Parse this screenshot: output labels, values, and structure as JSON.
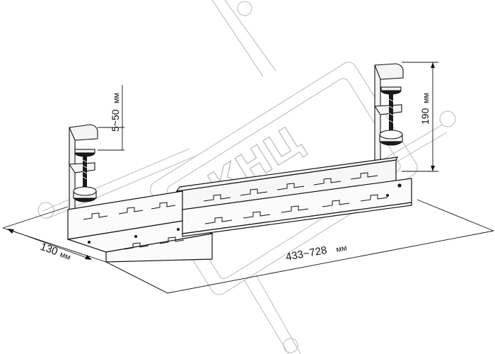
{
  "dimensions": {
    "width_range": "433~728",
    "width_unit": "мм",
    "depth": "130",
    "depth_unit": "мм",
    "clamp_range": "5~50",
    "clamp_unit": "мм",
    "height": "190",
    "height_unit": "мм"
  },
  "watermark": {
    "text": "КНЦ"
  },
  "colors": {
    "line": "#111111",
    "metal": "#f4f4f4",
    "dark": "#1a1a1a",
    "watermark": "#bdbdbd"
  }
}
